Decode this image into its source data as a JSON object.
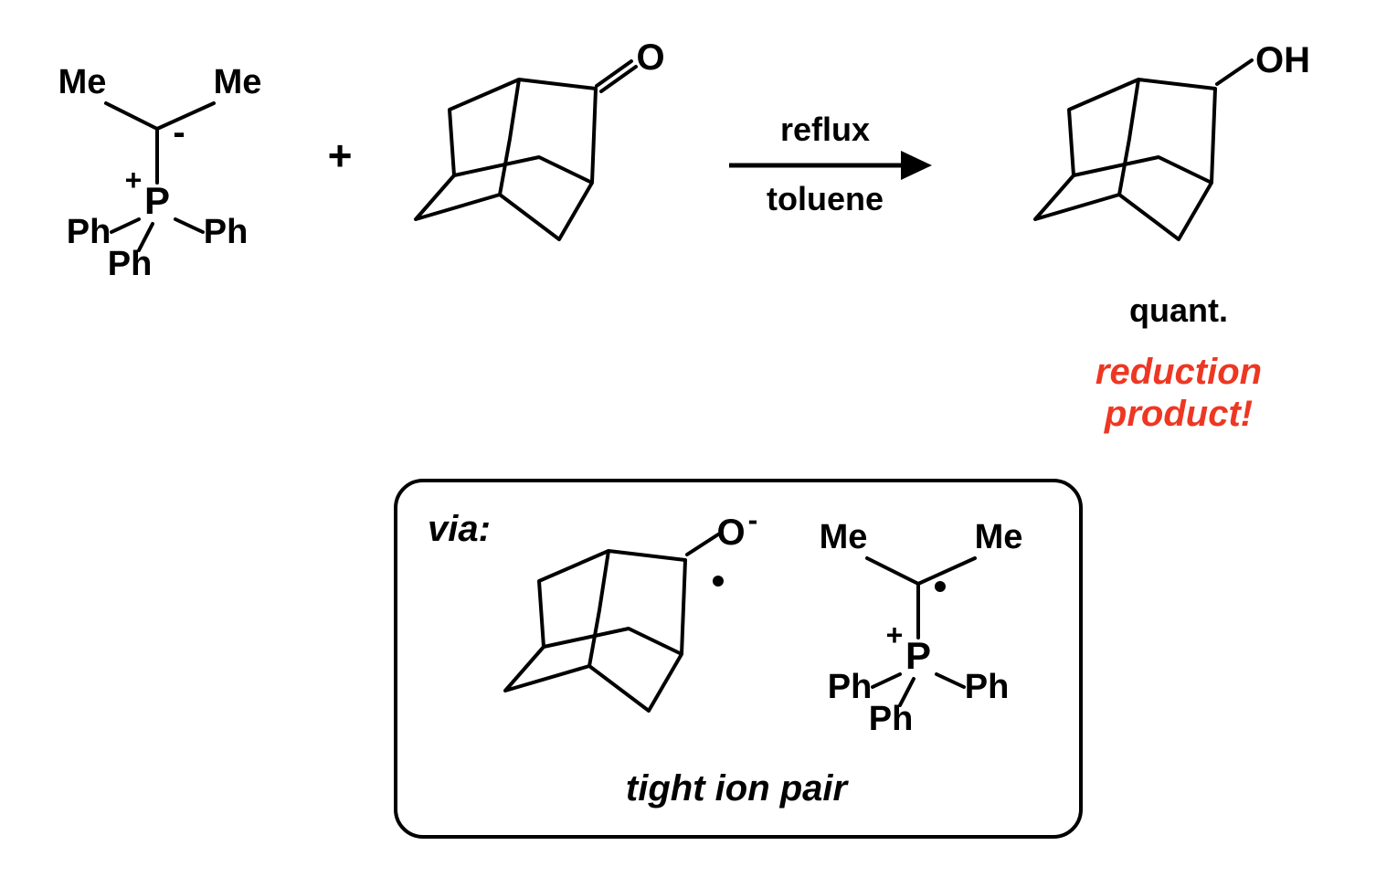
{
  "colors": {
    "ink": "#000000",
    "highlight_red": "#ee3722"
  },
  "reaction": {
    "plus_sign": "+",
    "conditions": {
      "line1": "reflux",
      "line2": "toluene"
    },
    "yield_label": "quant.",
    "note": {
      "line1": "reduction",
      "line2": "product!"
    }
  },
  "ylide": {
    "methyl_left": "Me",
    "methyl_right": "Me",
    "carbanion_charge": "-",
    "phosphonium_charge": "+",
    "phosphorus": "P",
    "phenyl_left": "Ph",
    "phenyl_right": "Ph",
    "phenyl_bottom": "Ph"
  },
  "ketone": {
    "oxygen": "O"
  },
  "alcohol": {
    "hydroxyl": "OH"
  },
  "via_box": {
    "label": "via:",
    "caption": "tight ion pair",
    "ketyl": {
      "oxygen": "O",
      "charge": "-",
      "radical_dot": "•"
    },
    "phosphonium_radical": {
      "methyl_left": "Me",
      "methyl_right": "Me",
      "radical_dot": "•",
      "charge": "+",
      "phosphorus": "P",
      "phenyl_left": "Ph",
      "phenyl_right": "Ph",
      "phenyl_bottom": "Ph"
    }
  }
}
